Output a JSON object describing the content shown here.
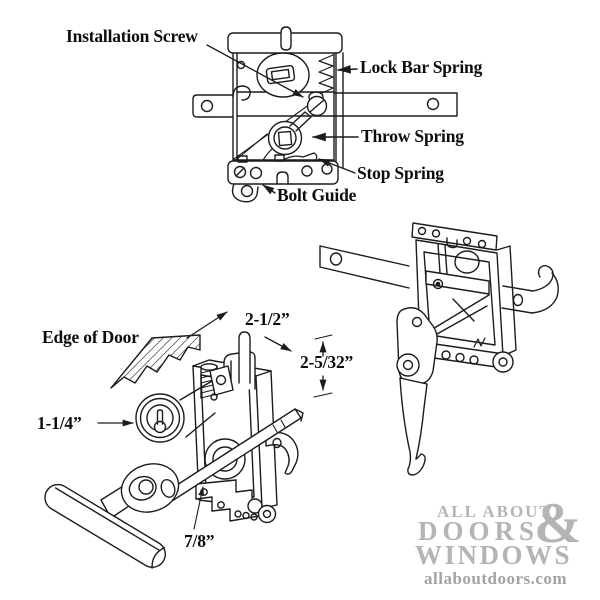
{
  "colors": {
    "line": "#1c1c1c",
    "label_text": "#0d0d0d",
    "watermark": "#b4b4b4",
    "watermark_site": "#a2a2a2",
    "background": "#ffffff"
  },
  "lock_mechanism_diagram": {
    "labels": {
      "installation_screw": "Installation Screw",
      "lock_bar_spring": "Lock Bar Spring",
      "throw_spring": "Throw Spring",
      "stop_spring": "Stop Spring",
      "bolt_guide": "Bolt Guide"
    }
  },
  "exploded_view_diagram": {
    "labels": {
      "edge_of_door": "Edge of Door",
      "housing_width": "2-1/2”",
      "housing_height": "2-5/32”",
      "cylinder_diameter": "1-1/4”",
      "spindle_size": "7/8”"
    }
  },
  "watermark": {
    "line1": "ALL ABOUT",
    "line2": "DOORS",
    "ampersand": "&",
    "line3": "WINDOWS",
    "website": "allaboutdoors.com"
  }
}
